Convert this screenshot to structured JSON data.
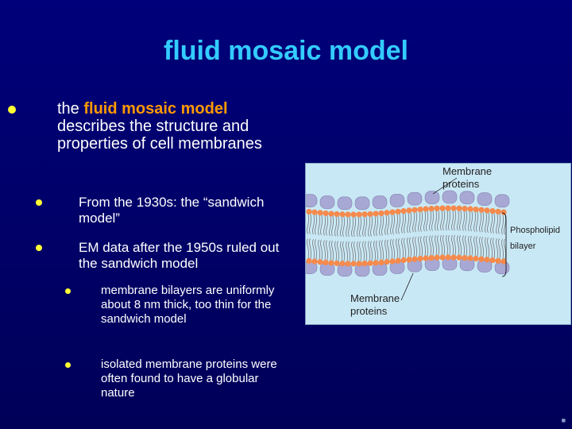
{
  "slide": {
    "title": "fluid mosaic model",
    "bullets": {
      "b1_prefix": "the ",
      "b1_highlight": "fluid mosaic model",
      "b1_rest": "describes the structure and properties of cell membranes",
      "b2": "From the 1930s: the “sandwich model”",
      "b3": "EM data after the 1950s ruled out the sandwich model",
      "b4": "membrane bilayers are uniformly about 8 nm thick, too thin for the sandwich model",
      "b5": "isolated membrane proteins were often found to have a globular nature"
    },
    "colors": {
      "title": "#33ccff",
      "highlight": "#ff9900",
      "bullet_dot": "#ffff33",
      "background": "#000070"
    }
  },
  "figure": {
    "label_top": [
      "Membrane",
      "proteins"
    ],
    "label_bottom": [
      "Membrane",
      "proteins"
    ],
    "label_side": [
      "Phospholipid",
      "bilayer"
    ],
    "colors": {
      "background": "#c9e8f5",
      "protein": "#a8a8d4",
      "lipid_head": "#f58a4c",
      "tail": "#777777"
    }
  },
  "footer": {
    "page_mark": "■"
  }
}
